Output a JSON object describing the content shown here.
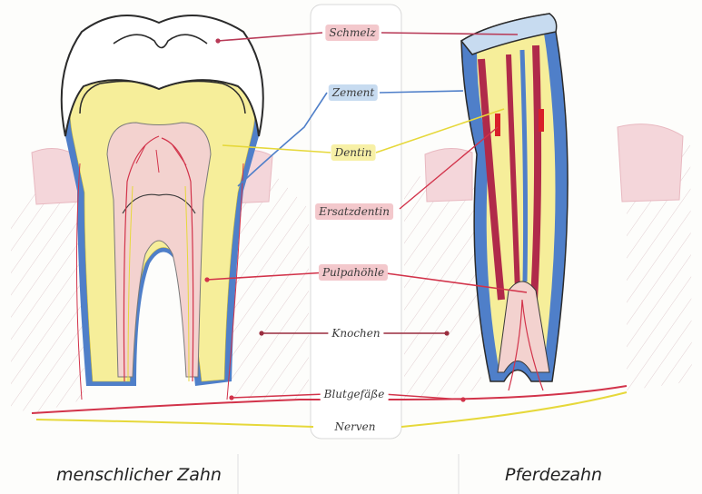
{
  "labels": {
    "schmelz": "Schmelz",
    "zement": "Zement",
    "dentin": "Dentin",
    "ersatzdentin": "Ersatzdentin",
    "pulpahoehle": "Pulpahöhle",
    "knochen": "Knochen",
    "blutgefaesse": "Blutgefäße",
    "nerven": "Nerven"
  },
  "captions": {
    "human": "menschlicher Zahn",
    "horse": "Pferdezahn"
  },
  "colors": {
    "enamel": "#ffffff",
    "dentin": "#f6ee9a",
    "cement": "#4f7fc9",
    "pulp": "#f3d2cf",
    "vessel": "#d2334a",
    "nerve": "#e6d83a",
    "bone": "#e9b9c0",
    "outline": "#2b2b2b"
  }
}
